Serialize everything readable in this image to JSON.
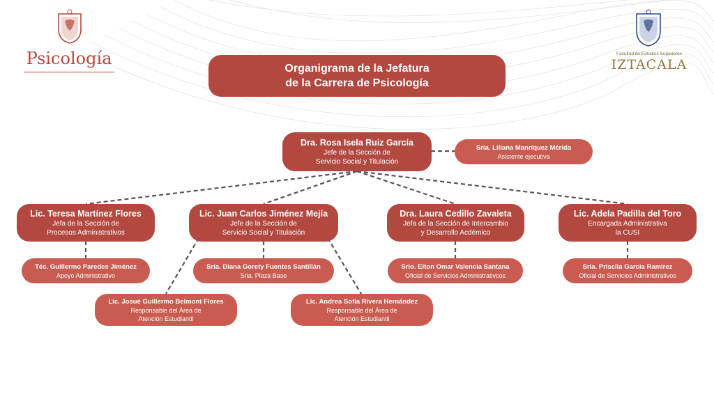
{
  "logos": {
    "left_brand": "Psicología",
    "right_faculty": "Facultad de Estudios Superiores",
    "right_name": "IZTACALA"
  },
  "title": {
    "line1": "Organigrama de la Jefatura",
    "line2": "de la Carrera de Psicología"
  },
  "colors": {
    "primary": "#b2483f",
    "secondary": "#c95b50",
    "connector": "#555555"
  },
  "nodes": {
    "top": {
      "name": "Dra. Rosa Isela Ruiz García",
      "role1": "Jefe de la Sección de",
      "role2": "Servicio Social y Titulación"
    },
    "assistant": {
      "name": "Sria. Liliana Manríquez Mérida",
      "role1": "Asistente ejecutiva"
    },
    "teresa": {
      "name": "Lic. Teresa Martínez Flores",
      "role1": "Jefa de la Sección de",
      "role2": "Procesos Administrativos"
    },
    "juan": {
      "name": "Lic. Juan Carlos Jiménez Mejía",
      "role1": "Jefe de la Sección de",
      "role2": "Servicio Social y Titulación"
    },
    "laura": {
      "name": "Dra. Laura Cedillo Zavaleta",
      "role1": "Jefa de la Sección de Intercambio",
      "role2": "y Desarrollo Acdémico"
    },
    "adela": {
      "name": "Lic. Adela Padilla del Toro",
      "role1": "Encargada Administrativa",
      "role2": "la CUSI"
    },
    "guillermo": {
      "name": "Téc. Guillermo Paredes Jiménez",
      "role1": "Apoyo Administrativo"
    },
    "diana": {
      "name": "Sria. Diana Gorety Fuentes Santillán",
      "role1": "Sria. Plaza Base"
    },
    "elton": {
      "name": "Srio. Elton Omar Valencia Santana",
      "role1": "Oficial de Servicios Administrativcos"
    },
    "priscila": {
      "name": "Sria. Priscila Garcia Ramirez",
      "role1": "Oficial de Servicios Administrativos"
    },
    "josue": {
      "name": "Lic. Josué Guillermo Belmont Flores",
      "role1": "Responsable del Área de",
      "role2": "Atención Estudiantil"
    },
    "andrea": {
      "name": "Lic. Andrea Sofía Rivera Hernández",
      "role1": "Responsable del Área de",
      "role2": "Atención Estudiantil"
    }
  }
}
